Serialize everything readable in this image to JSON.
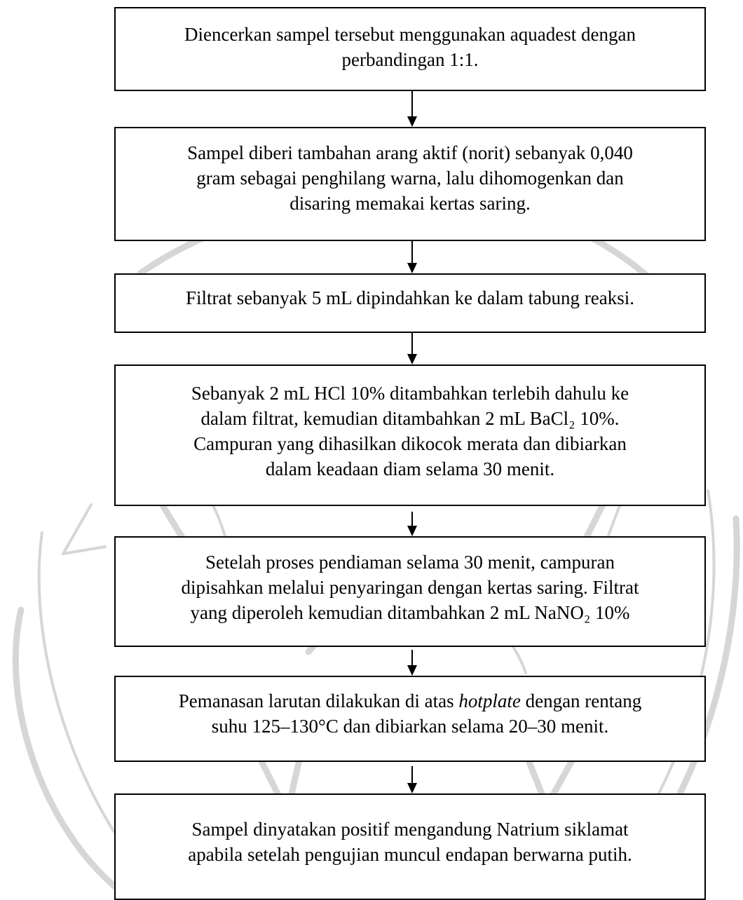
{
  "steps": [
    {
      "text": "Diencerkan sampel tersebut menggunakan aquadest dengan\nperbandingan 1:1."
    },
    {
      "text": "Sampel diberi tambahan arang aktif (norit) sebanyak 0,040\ngram sebagai penghilang warna, lalu dihomogenkan dan\ndisaring memakai kertas saring."
    },
    {
      "text": "Filtrat sebanyak 5 mL dipindahkan ke dalam tabung reaksi."
    },
    {
      "text": "Sebanyak 2 mL HCl 10% ditambahkan terlebih dahulu ke\ndalam filtrat, kemudian ditambahkan 2 mL BaCl₂ 10%.\nCampuran yang dihasilkan dikocok merata dan dibiarkan\ndalam keadaan diam selama 30 menit."
    },
    {
      "text": "Setelah proses pendiaman selama 30 menit, campuran\ndipisahkan melalui penyaringan dengan kertas saring. Filtrat\nyang diperoleh kemudian ditambahkan 2 mL NaNO₂ 10%"
    },
    {
      "text_before": "Pemanasan larutan dilakukan di atas ",
      "text_italic": "hotplate",
      "text_after": " dengan rentang\nsuhu 125–130°C dan dibiarkan selama 20–30 menit."
    },
    {
      "text": "Sampel dinyatakan positif mengandung Natrium siklamat\napabila setelah pengujian muncul endapan berwarna putih."
    }
  ],
  "colors": {
    "border": "#000000",
    "arrow": "#000000",
    "watermark": "#d6d6d6",
    "background": "#ffffff"
  }
}
